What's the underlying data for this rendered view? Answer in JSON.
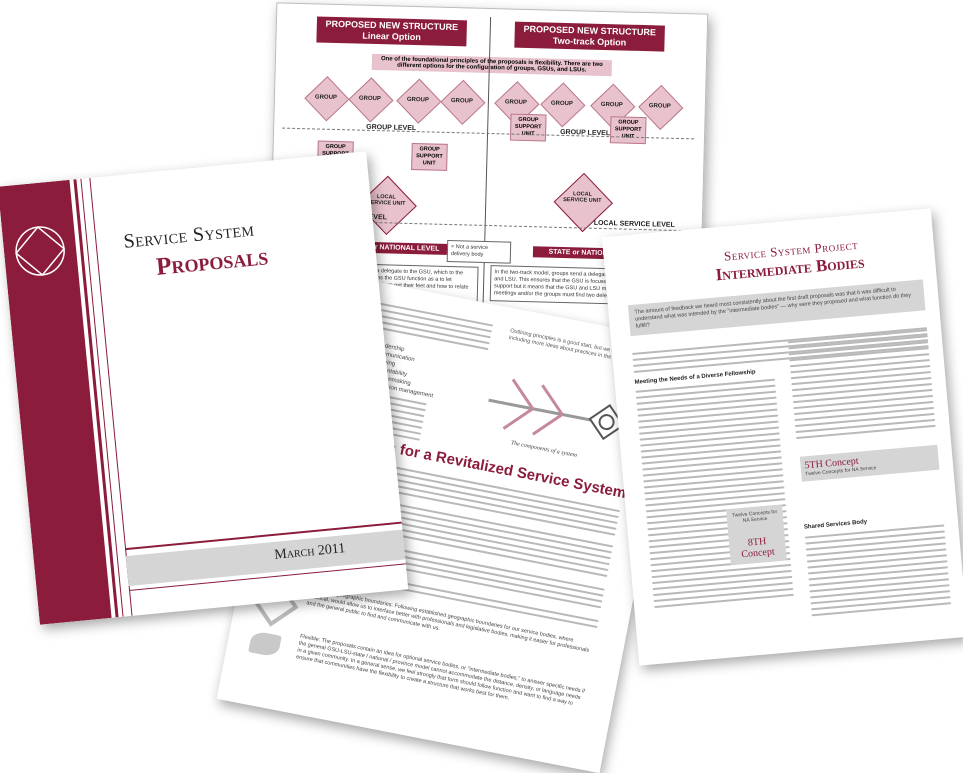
{
  "chart_sheet": {
    "headers": [
      {
        "line1": "PROPOSED NEW STRUCTURE",
        "line2": "Linear Option"
      },
      {
        "line1": "PROPOSED NEW STRUCTURE",
        "line2": "Two-track Option"
      }
    ],
    "intro": "One of the foundational principles of the proposals is flexibility. There are two different options for the configuration of groups, GSUs, and LSUs.",
    "group_label": "GROUP",
    "gsu_label": "GROUP SUPPORT UNIT",
    "lsu_label": "LOCAL SERVICE UNIT",
    "group_level": "GROUP LEVEL",
    "service_level": "SERVICE LEVEL",
    "local_service_level": "LOCAL SERVICE LEVEL",
    "state_level": "STATE or NATIONAL LEVEL",
    "left_note": "groups send a delegate to the GSU, which to the LSU. This helps the GSU function as a to let interested members get their feet and how to relate to",
    "right_note": "In the two-track model, groups send a delegate to both the GSU and LSU. This ensures that the GSU is focused purely on group support but it means that the GSU and LSU must alternate meetings and/or the groups must find two delegates to send.",
    "mid_note": "= Not a service delivery body"
  },
  "cover": {
    "title_line1": "Service System",
    "title_line2": "Proposals",
    "date": "March 2011"
  },
  "middle_page": {
    "heading": "al Principles for a Revitalized Service System",
    "caption": "The components of a system",
    "list": [
      "Leadership",
      "Communication",
      "Planning",
      "Accountability",
      "Decisionmaking",
      "Information management"
    ],
    "top_right_para": "Outlining principles is a good start, but we look forward to including more ideas about practices in the future.",
    "para_geo": "Defined by geographic boundaries: Following established geographic boundaries for our service bodies, where practical, would allow us to interface better with professionals and legislative bodies, making it easier for professionals and the general public to find and communicate with us.",
    "para_flex": "Flexible: The proposals contain an idea for optional service bodies, or \"intermediate bodies,\" to answer specific needs if the general GSU-LSU-state / national / province model cannot accommodate the distance, density, or language needs in a given community. In a general sense, we feel strongly that form should follow function and want to find a way to ensure that communities have the flexibility to create a structure that works best for them."
  },
  "right_page": {
    "title_line1": "Service System Project",
    "title_line2": "Intermediate Bodies",
    "banner": "The amount of feedback we heard most consistently about the first draft proposals was that it was difficult to understand what was intended by the \"intermediate bodies\" — why were they proposed and what function do they fulfill?",
    "section1": "Meeting the Needs of a Diverse Fellowship",
    "section2": "Shared Services Body",
    "concept_5": "5TH Concept",
    "concept_8": "8TH Concept",
    "concept_5_text": "Twelve Concepts for NA Service",
    "concept_8_text": "Twelve Concepts for NA Service"
  },
  "colors": {
    "brand": "#8b1c3b",
    "brand_light": "#e8c2cc",
    "grey_band": "#d5d5d5"
  },
  "icons": {
    "cover_logo": "diamond-circle-logo-icon"
  }
}
